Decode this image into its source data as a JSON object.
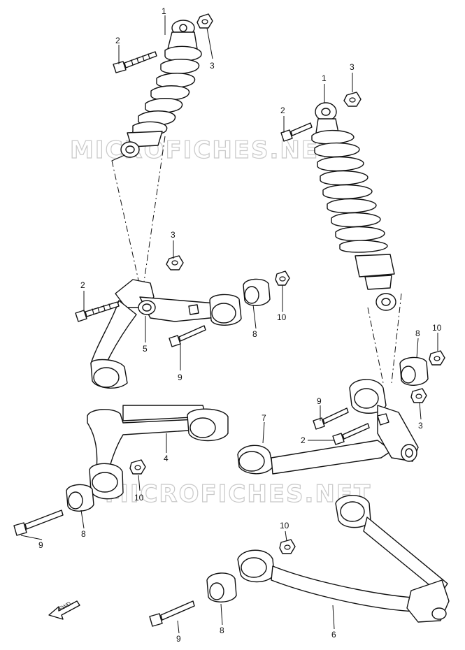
{
  "watermark": [
    "MICROFICHES.NET",
    "MICROFICHES.NET"
  ],
  "fwd_label": "FWD",
  "callouts": [
    {
      "id": "c1a",
      "text": "1"
    },
    {
      "id": "c2a",
      "text": "2"
    },
    {
      "id": "c3a",
      "text": "3"
    },
    {
      "id": "c1b",
      "text": "1"
    },
    {
      "id": "c2b",
      "text": "2"
    },
    {
      "id": "c3b",
      "text": "3"
    },
    {
      "id": "c3c",
      "text": "3"
    },
    {
      "id": "c2c",
      "text": "2"
    },
    {
      "id": "c5",
      "text": "5"
    },
    {
      "id": "c9a",
      "text": "9"
    },
    {
      "id": "c8a",
      "text": "8"
    },
    {
      "id": "c10a",
      "text": "10"
    },
    {
      "id": "c8b",
      "text": "8"
    },
    {
      "id": "c10b",
      "text": "10"
    },
    {
      "id": "c9b",
      "text": "9"
    },
    {
      "id": "c7",
      "text": "7"
    },
    {
      "id": "c2d",
      "text": "2"
    },
    {
      "id": "c3d",
      "text": "3"
    },
    {
      "id": "c4",
      "text": "4"
    },
    {
      "id": "c10c",
      "text": "10"
    },
    {
      "id": "c9c",
      "text": "9"
    },
    {
      "id": "c8c",
      "text": "8"
    },
    {
      "id": "c10d",
      "text": "10"
    },
    {
      "id": "c8d",
      "text": "8"
    },
    {
      "id": "c9d",
      "text": "9"
    },
    {
      "id": "c6",
      "text": "6"
    }
  ]
}
